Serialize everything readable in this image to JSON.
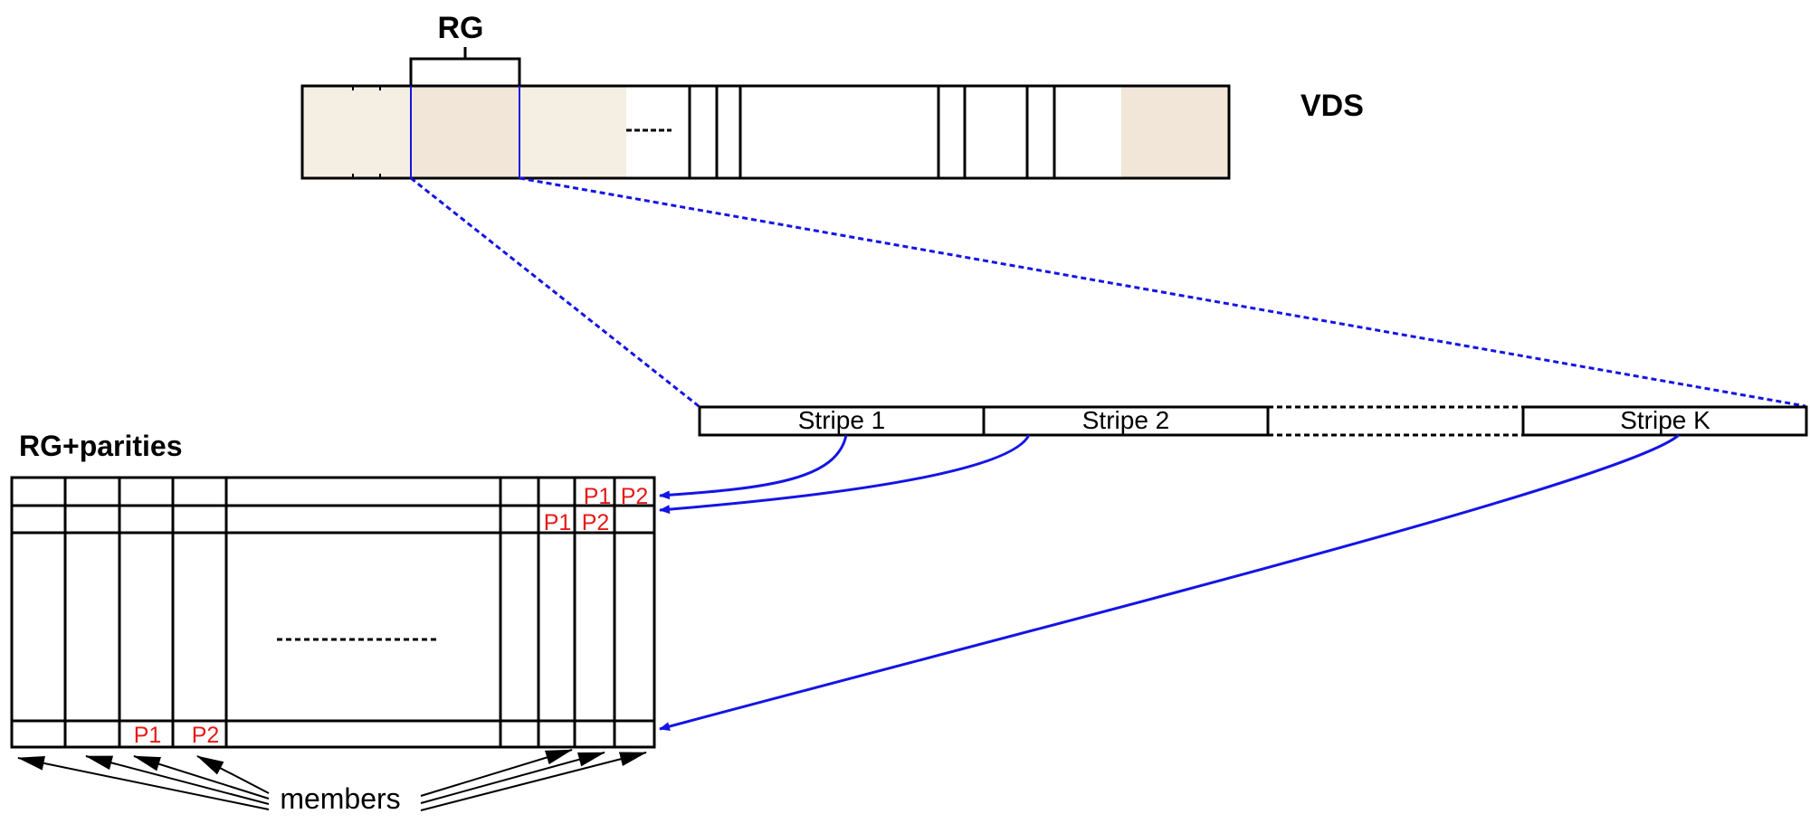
{
  "labels": {
    "rg": "RG",
    "vds": "VDS",
    "rg_parities": "RG+parities",
    "members": "members"
  },
  "stripes": [
    {
      "label": "Stripe 1"
    },
    {
      "label": "Stripe 2"
    },
    {
      "label": "Stripe K"
    }
  ],
  "parity": {
    "p1": "P1",
    "p2": "P2"
  },
  "colors": {
    "stroke": "#000000",
    "link_blue": "#1414e6",
    "parity_red": "#e61919",
    "rg_fill_light": "#f5eee3",
    "rg_fill_dark": "#f1e6d7"
  }
}
